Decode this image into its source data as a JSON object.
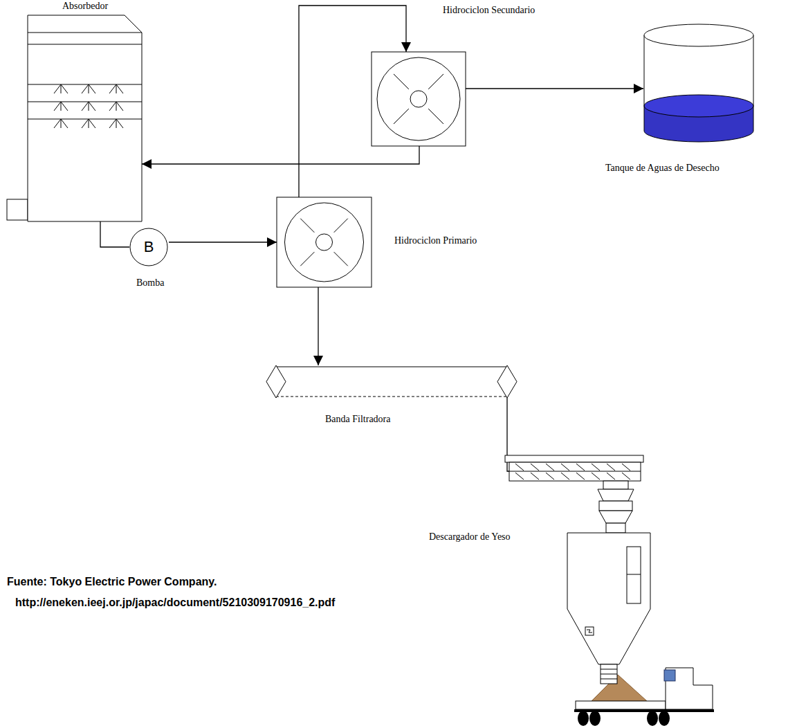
{
  "diagram": {
    "nodes": [
      {
        "text": [
          "Absorbedor"
        ]
      },
      {
        "text": [
          "Hidrociclon Secundario"
        ]
      },
      {
        "text": [
          "Tanque de Aguas de Desecho"
        ]
      },
      {
        "text": [
          "B",
          "Bomba"
        ]
      },
      {
        "text": [
          "Hidrociclon Primario"
        ]
      },
      {
        "text": [
          "Banda Filtradora"
        ]
      },
      {
        "text": [
          "Descargador de Yeso"
        ]
      }
    ],
    "edges": [
      {
        "from": 0,
        "to": 3,
        "arrow": "none"
      },
      {
        "from": 3,
        "to": 4,
        "arrow": "to"
      },
      {
        "from": 4,
        "to": 1,
        "arrow": "to"
      },
      {
        "from": 1,
        "to": 2,
        "arrow": "to"
      },
      {
        "from": 1,
        "to": 0,
        "arrow": "to"
      },
      {
        "from": 4,
        "to": 5,
        "arrow": "to"
      },
      {
        "from": 5,
        "to": 6,
        "arrow": "none"
      }
    ],
    "labels": [
      "Fuente: Tokyo Electric Power Company.",
      "http://eneken.ieej.or.jp/japac/document/5210309170916_2.pdf"
    ]
  }
}
